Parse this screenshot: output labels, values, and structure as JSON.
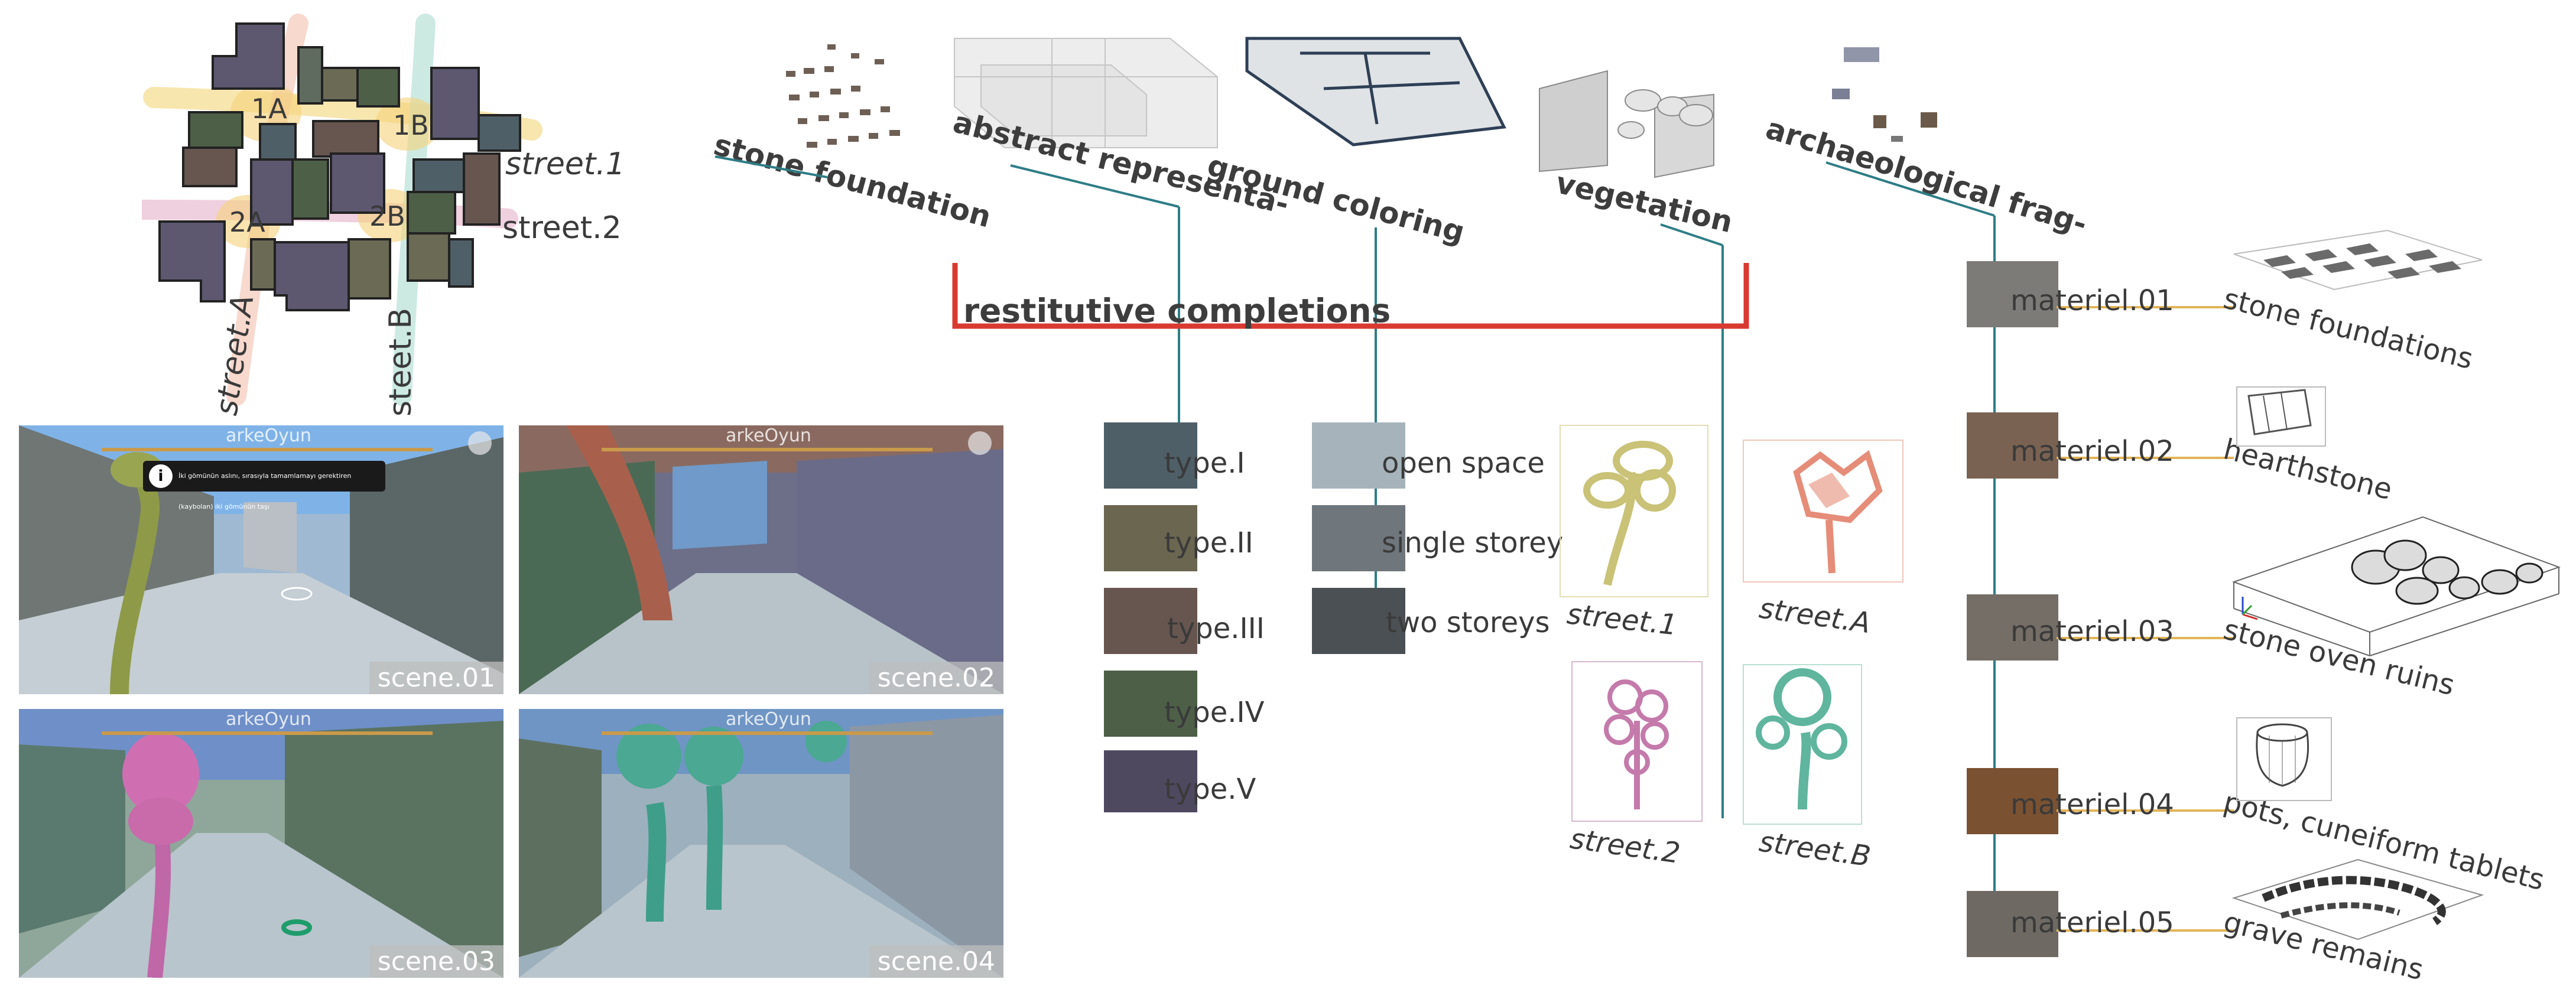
{
  "map": {
    "clusters": [
      "1A",
      "1B",
      "2A",
      "2B"
    ],
    "streets": [
      "street.1",
      "street.2",
      "street.A",
      "steet.B"
    ]
  },
  "scenes": [
    {
      "label": "scene.01",
      "hud_logo": "arkeOyun",
      "message": "İki gömünün aslını, sırasıyla tamamlamayı gerektiren (kaybolan) iki gömünün taşı"
    },
    {
      "label": "scene.02",
      "hud_logo": "arkeOyun"
    },
    {
      "label": "scene.03",
      "hud_logo": "arkeOyun"
    },
    {
      "label": "scene.04",
      "hud_logo": "arkeOyun"
    }
  ],
  "layers": [
    {
      "label": "stone foundation"
    },
    {
      "label": "abstract representa-"
    },
    {
      "label": "ground coloring"
    },
    {
      "label": "vegetation"
    },
    {
      "label": "archaeological frag-"
    }
  ],
  "restitutive": {
    "label": "restitutive completions",
    "bracket_color": "#d83a32"
  },
  "types": [
    {
      "label": "type.I",
      "color": "#4f5f67"
    },
    {
      "label": "type.II",
      "color": "#6b6650"
    },
    {
      "label": "type.III",
      "color": "#67564f"
    },
    {
      "label": "type.IV",
      "color": "#4e5f48"
    },
    {
      "label": "type.V",
      "color": "#4f4960"
    }
  ],
  "ground": [
    {
      "label": "open space",
      "color": "#a6b3ba"
    },
    {
      "label": "single storey",
      "color": "#6f767c"
    },
    {
      "label": "two storeys",
      "color": "#4a5054"
    }
  ],
  "vegetation_trees": [
    {
      "label": "street.1",
      "color": "#c9c277"
    },
    {
      "label": "street.A",
      "color": "#e58d78"
    },
    {
      "label": "street.2",
      "color": "#c47aab"
    },
    {
      "label": "street.B",
      "color": "#5fb59e"
    }
  ],
  "materials": [
    {
      "code": "materiel.01",
      "name": "stone foundations",
      "swatch": "#7d7b77"
    },
    {
      "code": "materiel.02",
      "name": "hearthstone",
      "swatch": "#7a6252"
    },
    {
      "code": "materiel.03",
      "name": "stone oven ruins",
      "swatch": "#756e66"
    },
    {
      "code": "materiel.04",
      "name": "pots, cuneiform tablets",
      "swatch": "#7a5232"
    },
    {
      "code": "materiel.05",
      "name": "grave remains",
      "swatch": "#6e6a63"
    }
  ],
  "colors": {
    "connector": "#2e7d86",
    "leader": "#e2b458",
    "text": "#3a3a3a"
  }
}
